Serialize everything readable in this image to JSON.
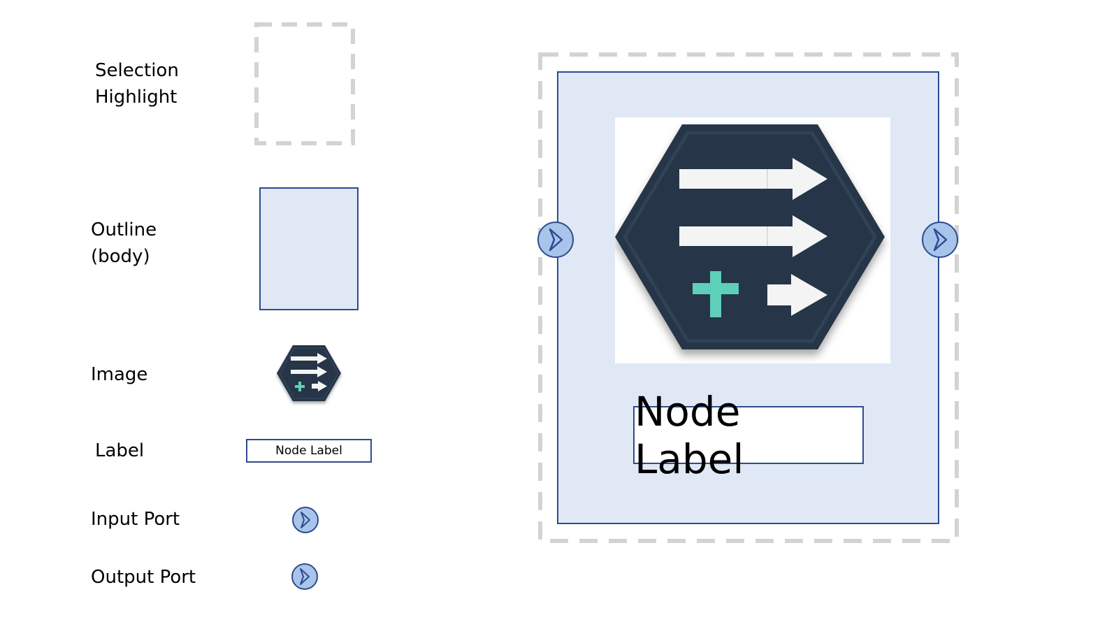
{
  "legend": {
    "selection_highlight": "Selection\nHighlight",
    "outline_body": "Outline\n(body)",
    "image": "Image",
    "label": "Label",
    "input_port": "Input Port",
    "output_port": "Output Port"
  },
  "sample_label_text": "Node Label",
  "node": {
    "label_text": "Node Label",
    "icon_name": "data-merge-hexagon-icon"
  },
  "colors": {
    "selection_dash": "#d3d3d3",
    "body_fill": "#dfe8f4",
    "body_border": "#2e4b8f",
    "hexagon_fill": "#253547",
    "arrow_white": "#f4f4f4",
    "plus_teal": "#5ecfb9",
    "port_fill": "#a8c4ea",
    "port_border": "#2e4b8f"
  }
}
